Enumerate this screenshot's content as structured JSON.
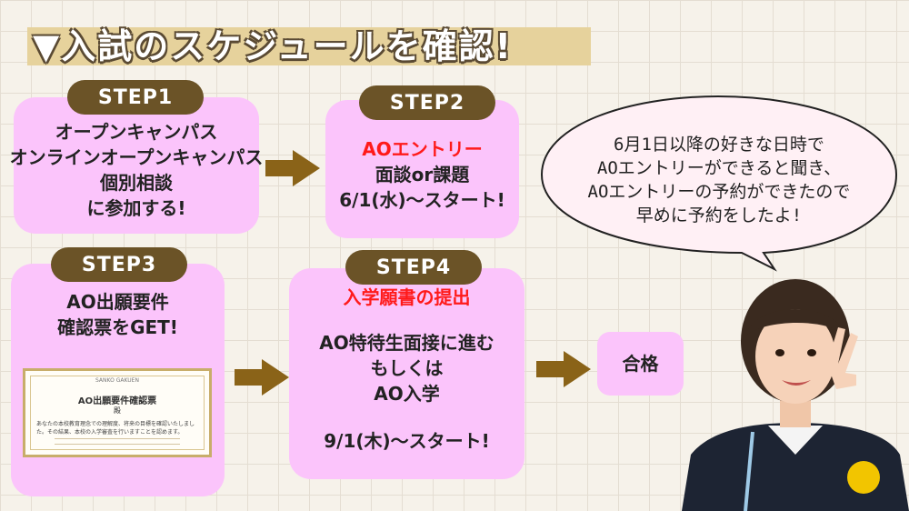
{
  "title": "▼入試のスケジュールを確認!",
  "steps": [
    {
      "label": "STEP1",
      "lines": [
        "オープンキャンパス",
        "オンラインオープンキャンパス",
        "個別相談",
        "に参加する!"
      ]
    },
    {
      "label": "STEP2",
      "highlight": "AOエントリー",
      "lines": [
        "面談or課題",
        "6/1(水)〜スタート!"
      ]
    },
    {
      "label": "STEP3",
      "lines": [
        "AO出願要件",
        "確認票をGET!"
      ]
    },
    {
      "label": "STEP4",
      "highlight": "入学願書の提出",
      "lines": [
        "AO特待生面接に進む",
        "もしくは",
        "AO入学"
      ],
      "start": "9/1(木)〜スタート!"
    }
  ],
  "result": "合格",
  "speech": [
    "6月1日以降の好きな日時で",
    "AOエントリーができると聞き、",
    "AOエントリーの予約ができたので",
    "早めに予約をしたよ!"
  ],
  "certificate": {
    "org": "SANKO GAKUEN",
    "title": "AO出願要件確認票",
    "mark": "殿",
    "body": "あなたの本校教育理念での理解度、将来の目標を確認いたしました。その結果、本校の入学審査を行いますことを認めます。"
  },
  "colors": {
    "card": "#fbc4fb",
    "pill": "#6b5327",
    "arrow": "#8a6318",
    "accent": "#ff1a1a",
    "titleBar": "#e6d29c"
  }
}
